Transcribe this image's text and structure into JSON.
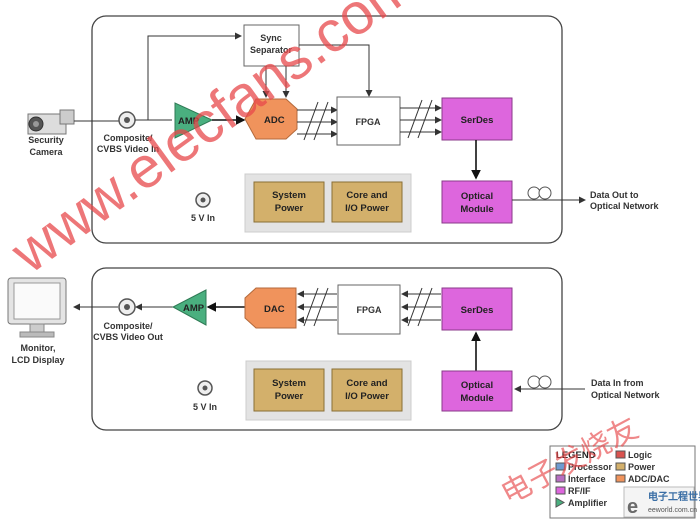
{
  "top": {
    "camera_label_1": "Security",
    "camera_label_2": "Camera",
    "input_label_1": "Composite/",
    "input_label_2": "CVBS Video In",
    "amp": "AMP",
    "adc": "ADC",
    "sync_1": "Sync",
    "sync_2": "Separator",
    "fpga": "FPGA",
    "serdes": "SerDes",
    "optical_1": "Optical",
    "optical_2": "Module",
    "sys_power_1": "System",
    "sys_power_2": "Power",
    "core_power_1": "Core and",
    "core_power_2": "I/O Power",
    "power_in": "5 V In",
    "out_label_1": "Data Out to",
    "out_label_2": "Optical Network"
  },
  "bottom": {
    "monitor_label_1": "Monitor,",
    "monitor_label_2": "LCD Display",
    "output_label_1": "Composite/",
    "output_label_2": "CVBS Video Out",
    "amp": "AMP",
    "dac": "DAC",
    "fpga": "FPGA",
    "serdes": "SerDes",
    "optical_1": "Optical",
    "optical_2": "Module",
    "sys_power_1": "System",
    "sys_power_2": "Power",
    "core_power_1": "Core and",
    "core_power_2": "I/O Power",
    "power_in": "5 V In",
    "in_label_1": "Data In from",
    "in_label_2": "Optical Network"
  },
  "legend": {
    "title": "LEGEND",
    "processor": "Processor",
    "interface": "Interface",
    "rf_if": "RF/IF",
    "amplifier": "Amplifier",
    "logic": "Logic",
    "power": "Power",
    "adc_dac": "ADC/DAC"
  },
  "watermark": {
    "main": "www.elecfans.com",
    "cn": "电子发烧友",
    "logo_cn": "电子工程世界",
    "logo_url": "eeworld.com.cn"
  },
  "colors": {
    "amp": "#4aaf7f",
    "adc_dac": "#f0935c",
    "serdes": "#dd66dd",
    "power": "#d3b06b",
    "watermark": "#e8494b"
  }
}
